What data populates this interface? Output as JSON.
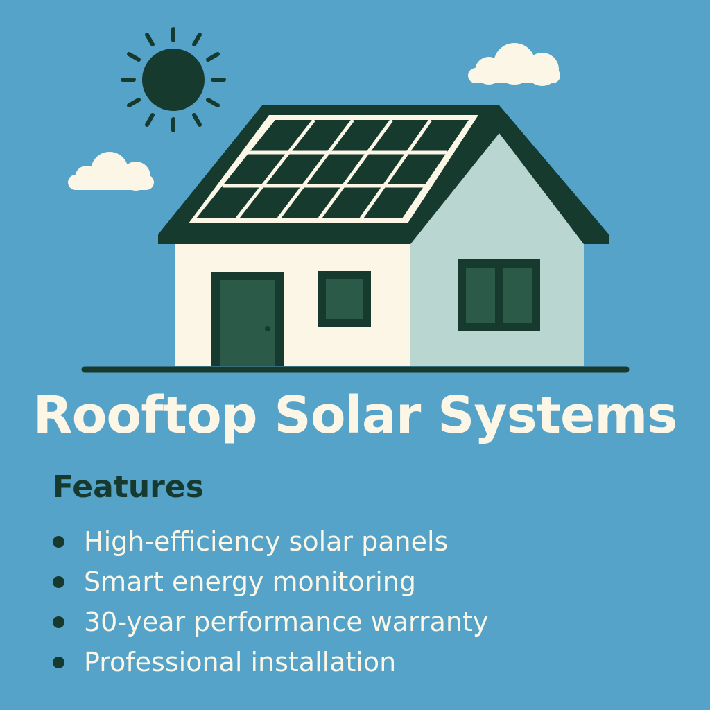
{
  "poster": {
    "title": "Rooftop Solar Systems",
    "features_heading": "Features",
    "features": [
      "High-efficiency solar panels",
      "Smart energy monitoring",
      "30-year performance warranty",
      "Professional installation"
    ]
  },
  "colors": {
    "background": "#55a3c8",
    "dark_green": "#173a2f",
    "cream": "#fbf6e6",
    "wall_shade": "#b9d6d0",
    "window_fill": "#2c5a48"
  },
  "icons": [
    "sun-icon",
    "cloud-icon",
    "house-icon",
    "solar-panel-icon"
  ]
}
